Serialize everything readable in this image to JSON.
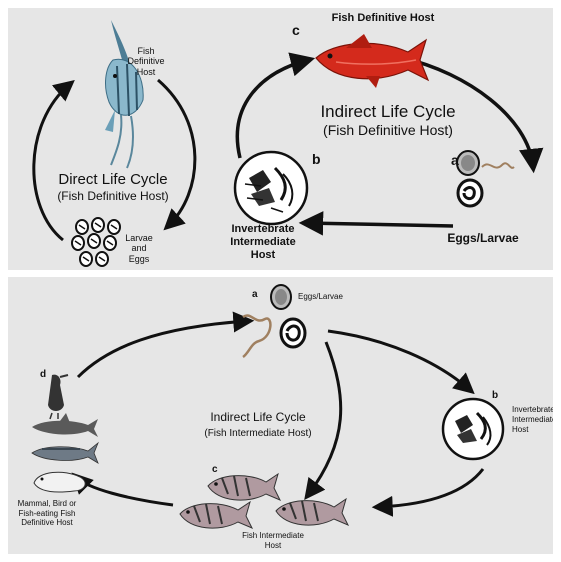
{
  "panel_top": {
    "direct": {
      "host_label": "Fish Definitive Host",
      "title": "Direct Life Cycle",
      "subtitle": "(Fish Definitive Host)",
      "eggs_label": "Larvae and Eggs"
    },
    "indirect": {
      "letter_c": "c",
      "host_label": "Fish Definitive Host",
      "title": "Indirect Life Cycle",
      "subtitle": "(Fish Definitive Host)",
      "letter_b": "b",
      "letter_a": "a",
      "eggs_label": "Eggs/Larvae",
      "intermediate_label": "Invertebrate Intermediate Host"
    }
  },
  "panel_bottom": {
    "letter_a": "a",
    "eggs_label": "Eggs/Larvae",
    "letter_b": "b",
    "invertebrate_label": "Invertebrate Intermediate Host",
    "letter_c": "c",
    "fish_label": "Fish Intermediate Host",
    "letter_d": "d",
    "definitive_label": "Mammal, Bird or Fish-eating Fish Definitive Host",
    "title": "Indirect Life Cycle",
    "subtitle": "(Fish Intermediate Host)"
  },
  "colors": {
    "background": "#e6e6e6",
    "red_fish": "#d42a1c",
    "angelfish": "#6b9fb8",
    "arrow": "#111111"
  }
}
